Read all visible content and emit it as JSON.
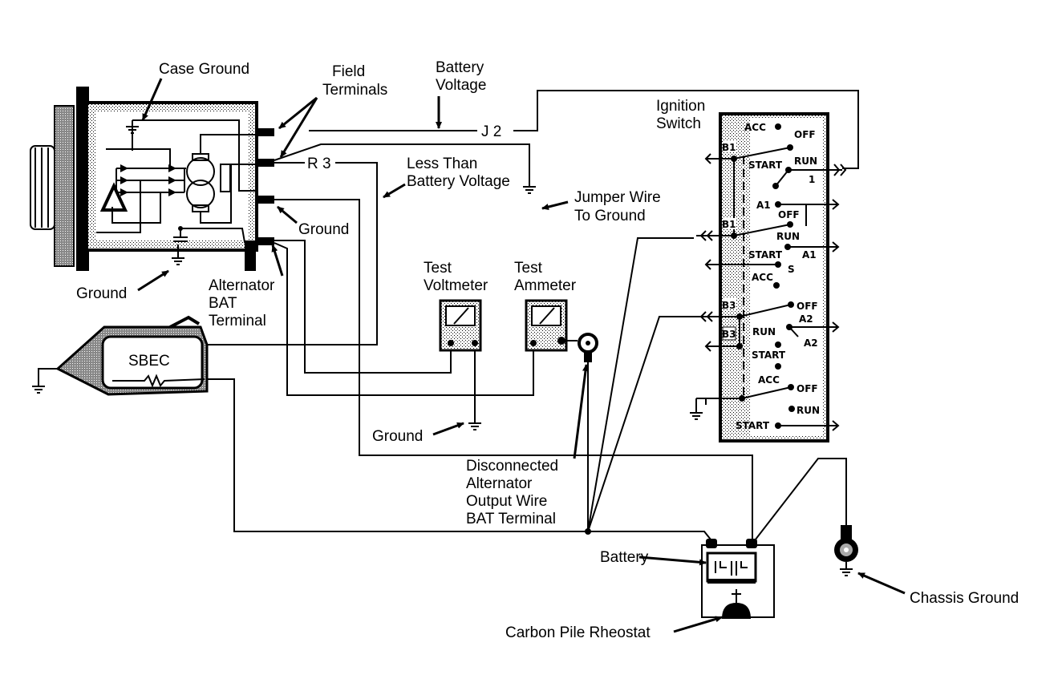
{
  "diagram": {
    "title": "Alternator output test wiring",
    "colors": {
      "ink": "#000000",
      "paper": "#ffffff",
      "shade": "#bdbdbd"
    },
    "labels": {
      "case_ground": "Case Ground",
      "field_terminals_1": "Field",
      "field_terminals_2": "Terminals",
      "battery_voltage_1": "Battery",
      "battery_voltage_2": "Voltage",
      "j2": "J 2",
      "r3": "R 3",
      "less_than_1": "Less Than",
      "less_than_2": "Battery Voltage",
      "jumper_1": "Jumper Wire",
      "jumper_2": "To Ground",
      "ground_terminal": "Ground",
      "ground_left": "Ground",
      "alt_bat_1": "Alternator",
      "alt_bat_2": "BAT",
      "alt_bat_3": "Terminal",
      "sbec": "SBEC",
      "test_voltmeter_1": "Test",
      "test_voltmeter_2": "Voltmeter",
      "test_ammeter_1": "Test",
      "test_ammeter_2": "Ammeter",
      "ground_meters": "Ground",
      "disconnected_1": "Disconnected",
      "disconnected_2": "Alternator",
      "disconnected_3": "Output Wire",
      "disconnected_4": "BAT Terminal",
      "battery": "Battery",
      "carbon_pile": "Carbon Pile Rheostat",
      "chassis_ground": "Chassis Ground",
      "ignition_1": "Ignition",
      "ignition_2": "Switch"
    },
    "ignition_switch": {
      "terminals": [
        "ACC",
        "OFF",
        "B1",
        "START",
        "RUN",
        "1",
        "A1",
        "B1",
        "OFF",
        "RUN",
        "START",
        "A1",
        "S",
        "ACC",
        "B3",
        "OFF",
        "A2",
        "B3",
        "RUN",
        "A2",
        "START",
        "ACC",
        "OFF",
        "RUN",
        "START"
      ]
    }
  }
}
